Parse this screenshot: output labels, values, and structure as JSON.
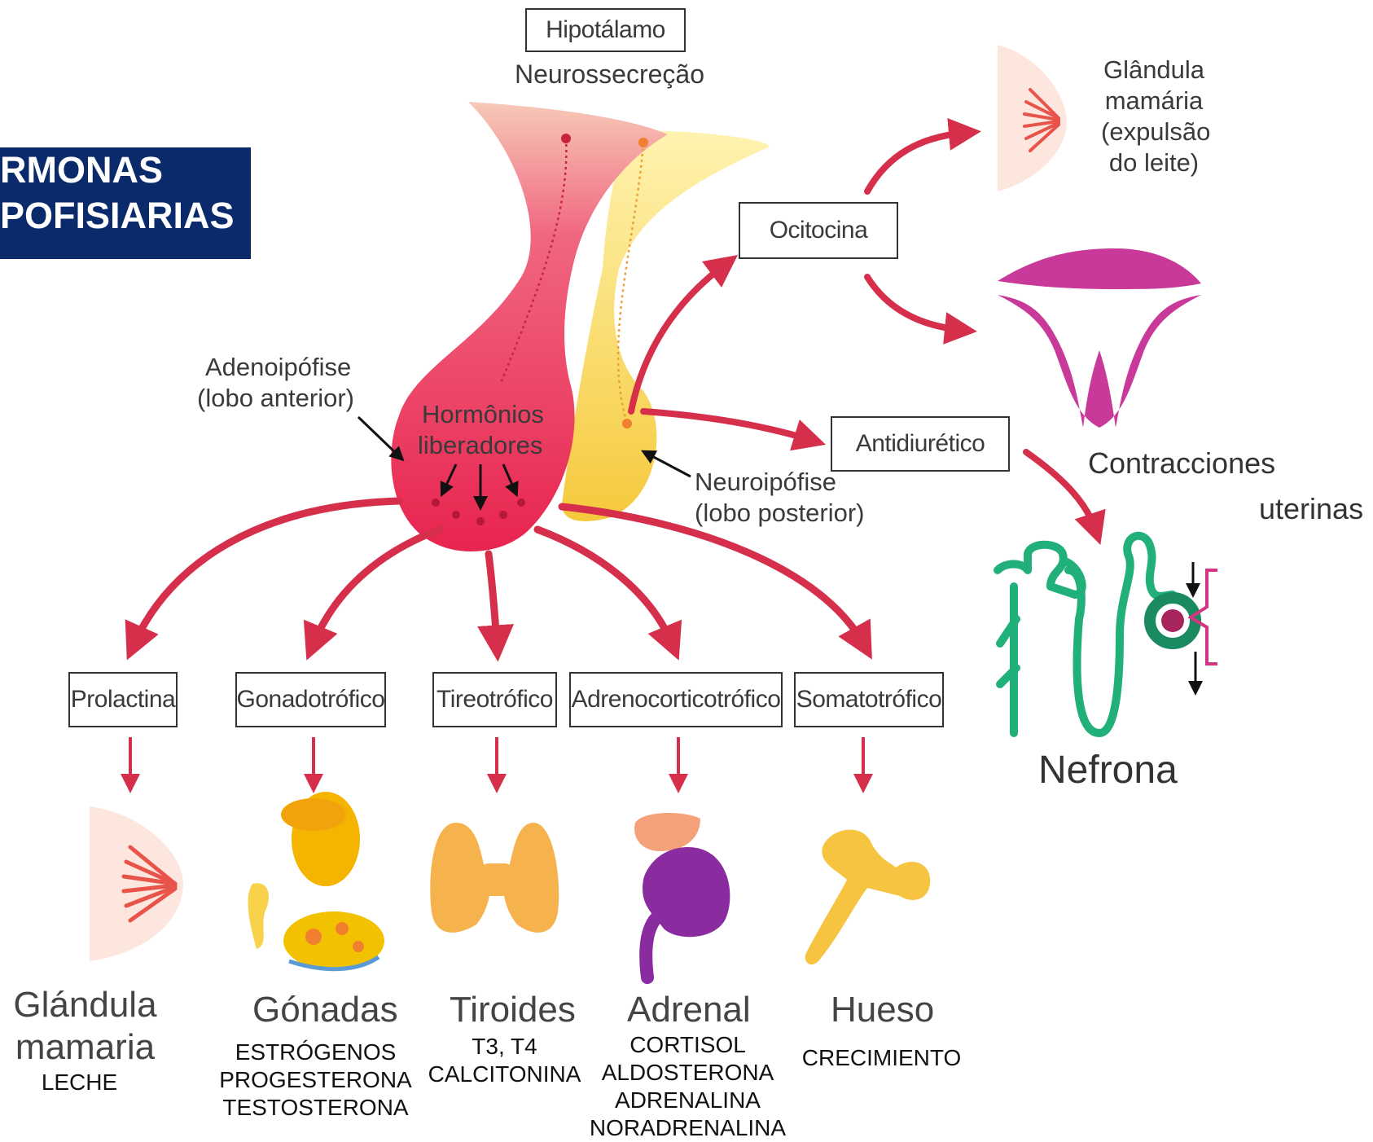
{
  "title": {
    "line1": "RMONAS",
    "line2": "POFISIARIAS"
  },
  "top": {
    "hipotalamo": "Hipotálamo",
    "neurossecrecao": "Neurossecreção"
  },
  "pituitary": {
    "adeno_line1": "Adenoipófise",
    "adeno_line2": "(lobo anterior)",
    "horm_line1": "Hormônios",
    "horm_line2": "liberadores",
    "neuro_line1": "Neuroipófise",
    "neuro_line2": "(lobo posterior)"
  },
  "posterior": {
    "ocitocina": "Ocitocina",
    "antidiuretico": "Antidiurético",
    "mama_lines": [
      "Glândula",
      "mamária",
      "(expulsão",
      "do leite)"
    ],
    "contracciones": "Contracciones",
    "uterinas": "uterinas",
    "nefrona": "Nefrona"
  },
  "anterior": {
    "hormones": [
      "Prolactina",
      "Gonadotrófico",
      "Tireotrófico",
      "Adrenocorticotrófico",
      "Somatotrófico"
    ],
    "targets": [
      {
        "name_lines": [
          "Glándula",
          "mamaria"
        ],
        "effects": [
          "LECHE"
        ]
      },
      {
        "name_lines": [
          "Gónadas"
        ],
        "effects": [
          "ESTRÓGENOS",
          "PROGESTERONA",
          "TESTOSTERONA"
        ]
      },
      {
        "name_lines": [
          "Tiroides"
        ],
        "effects": [
          "T3, T4",
          "CALCITONINA"
        ]
      },
      {
        "name_lines": [
          "Adrenal"
        ],
        "effects": [
          "CORTISOL",
          "ALDOSTERONA",
          "ADRENALINA",
          "NORADRENALINA"
        ]
      },
      {
        "name_lines": [
          "Hueso"
        ],
        "effects": [
          "CRECIMIENTO"
        ]
      }
    ]
  },
  "colors": {
    "title_bg": "#0b2a6b",
    "arrow": "#d62f4b",
    "anterior_lobe": "#e8345a",
    "posterior_lobe": "#f7d24a",
    "uterus": "#c8399a",
    "nephron": "#22b07a"
  }
}
